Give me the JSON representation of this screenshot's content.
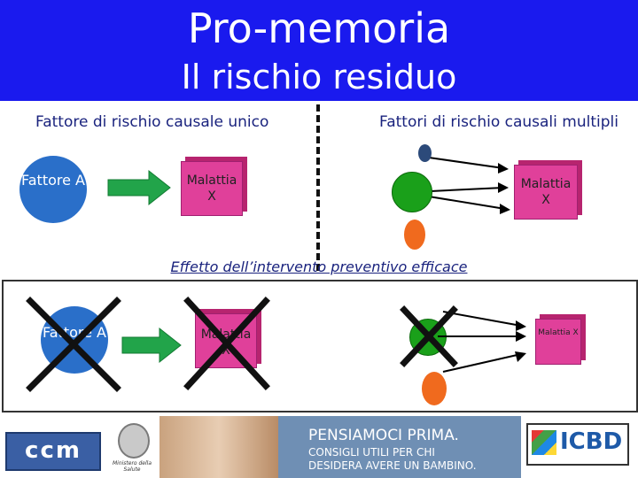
{
  "header": {
    "line1": "Pro-memoria",
    "line2": "Il rischio residuo",
    "background": "#1a1aee"
  },
  "left_section": {
    "heading": "Fattore di rischio causale unico",
    "factor_label": "Fattore A",
    "disease_label": "Malattia X"
  },
  "right_section": {
    "heading": "Fattori di rischio causali multipli",
    "disease_label": "Malattia X"
  },
  "effect": {
    "label": "Effetto dell’intervento preventivo efficace",
    "left_factor": "Fattore A",
    "left_disease": "Malattia X",
    "right_disease": "Malattia X"
  },
  "footer": {
    "ccm_logo": "ccm",
    "ministry_caption": "Ministero della Salute",
    "banner_title": "PENSIAMOCI PRIMA.",
    "banner_line1": "CONSIGLI UTILI PER CHI",
    "banner_line2": "DESIDERA AVERE UN BAMBINO.",
    "icbd_logo": "ICBD"
  },
  "colors": {
    "factor_blue": "#2a6fc9",
    "disease_pink": "#e0409a",
    "green": "#1aa01a",
    "orange": "#f06a1e",
    "dark_blue": "#2c4a7a",
    "arrow_green": "#22a44a"
  },
  "icons": [
    "arrow-right-icon",
    "cross-icon",
    "emblem-icon"
  ]
}
